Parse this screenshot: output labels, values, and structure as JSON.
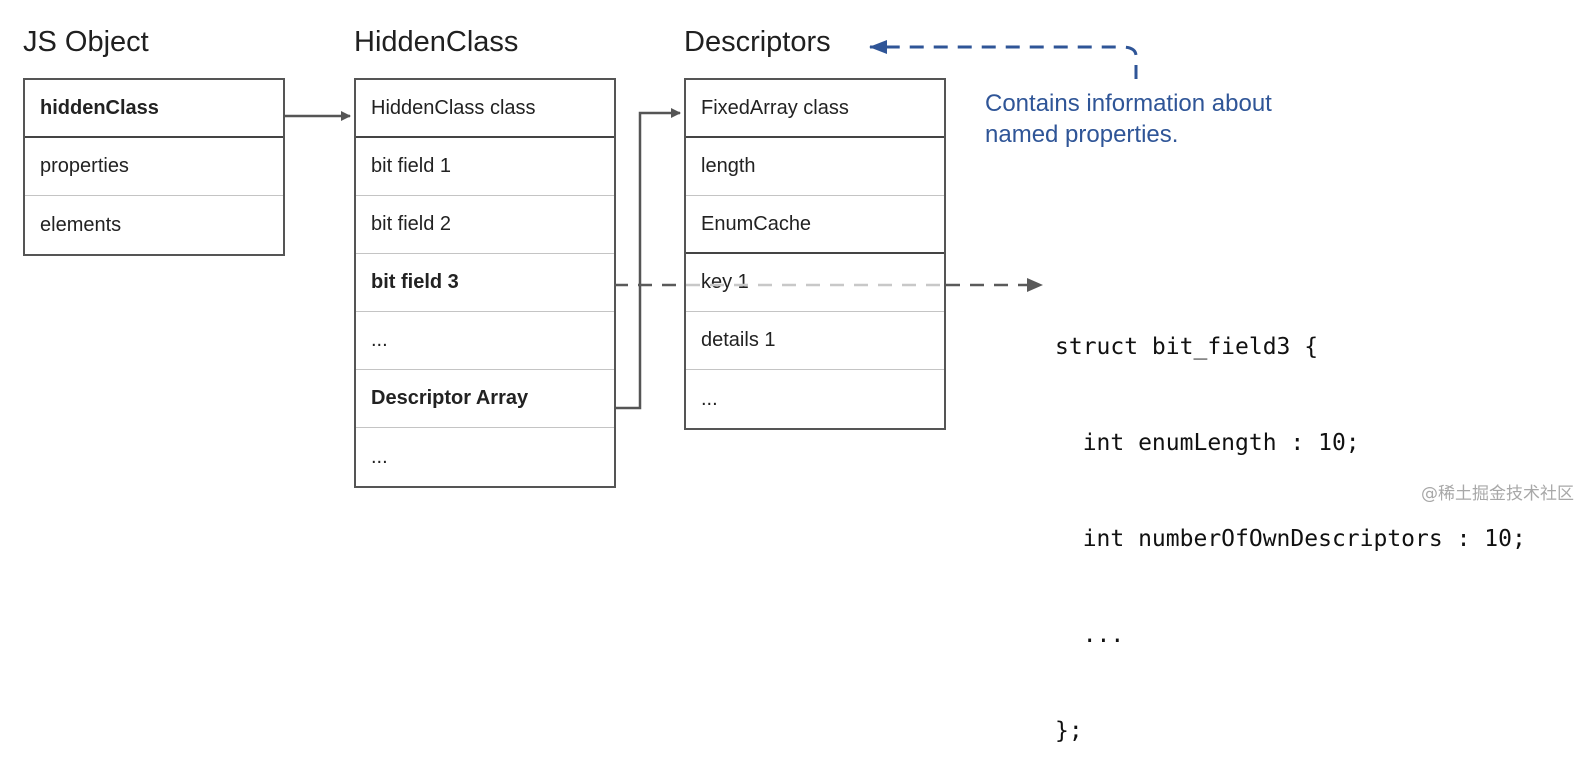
{
  "js_object": {
    "title": "JS Object",
    "rows": [
      {
        "label": "hiddenClass",
        "bold": true
      },
      {
        "label": "properties",
        "bold": false
      },
      {
        "label": "elements",
        "bold": false
      }
    ]
  },
  "hidden_class": {
    "title": "HiddenClass",
    "rows": [
      {
        "label": "HiddenClass class",
        "bold": false
      },
      {
        "label": "bit field 1",
        "bold": false
      },
      {
        "label": "bit field 2",
        "bold": false
      },
      {
        "label": "bit field 3",
        "bold": true
      },
      {
        "label": "...",
        "bold": false
      },
      {
        "label": "Descriptor Array",
        "bold": true
      },
      {
        "label": "...",
        "bold": false
      }
    ]
  },
  "descriptors": {
    "title": "Descriptors",
    "rows": [
      {
        "label": "FixedArray class",
        "bold": false
      },
      {
        "label": "length",
        "bold": false
      },
      {
        "label": "EnumCache",
        "bold": false
      },
      {
        "label": "key 1",
        "bold": false
      },
      {
        "label": "details 1",
        "bold": false
      },
      {
        "label": "...",
        "bold": false
      }
    ]
  },
  "note": {
    "line1": "Contains information about",
    "line2": "named properties."
  },
  "code": {
    "lines": [
      "struct bit_field3 {",
      "  int enumLength : 10;",
      "  int numberOfOwnDescriptors : 10;",
      "  ...",
      "};"
    ]
  },
  "watermark": "@稀土掘金技术社区",
  "colors": {
    "note": "#2f5597",
    "arrow_solid": "#555555",
    "arrow_dashed": "#5a5a5a",
    "arrow_dashed_light": "#c8c8c8"
  }
}
